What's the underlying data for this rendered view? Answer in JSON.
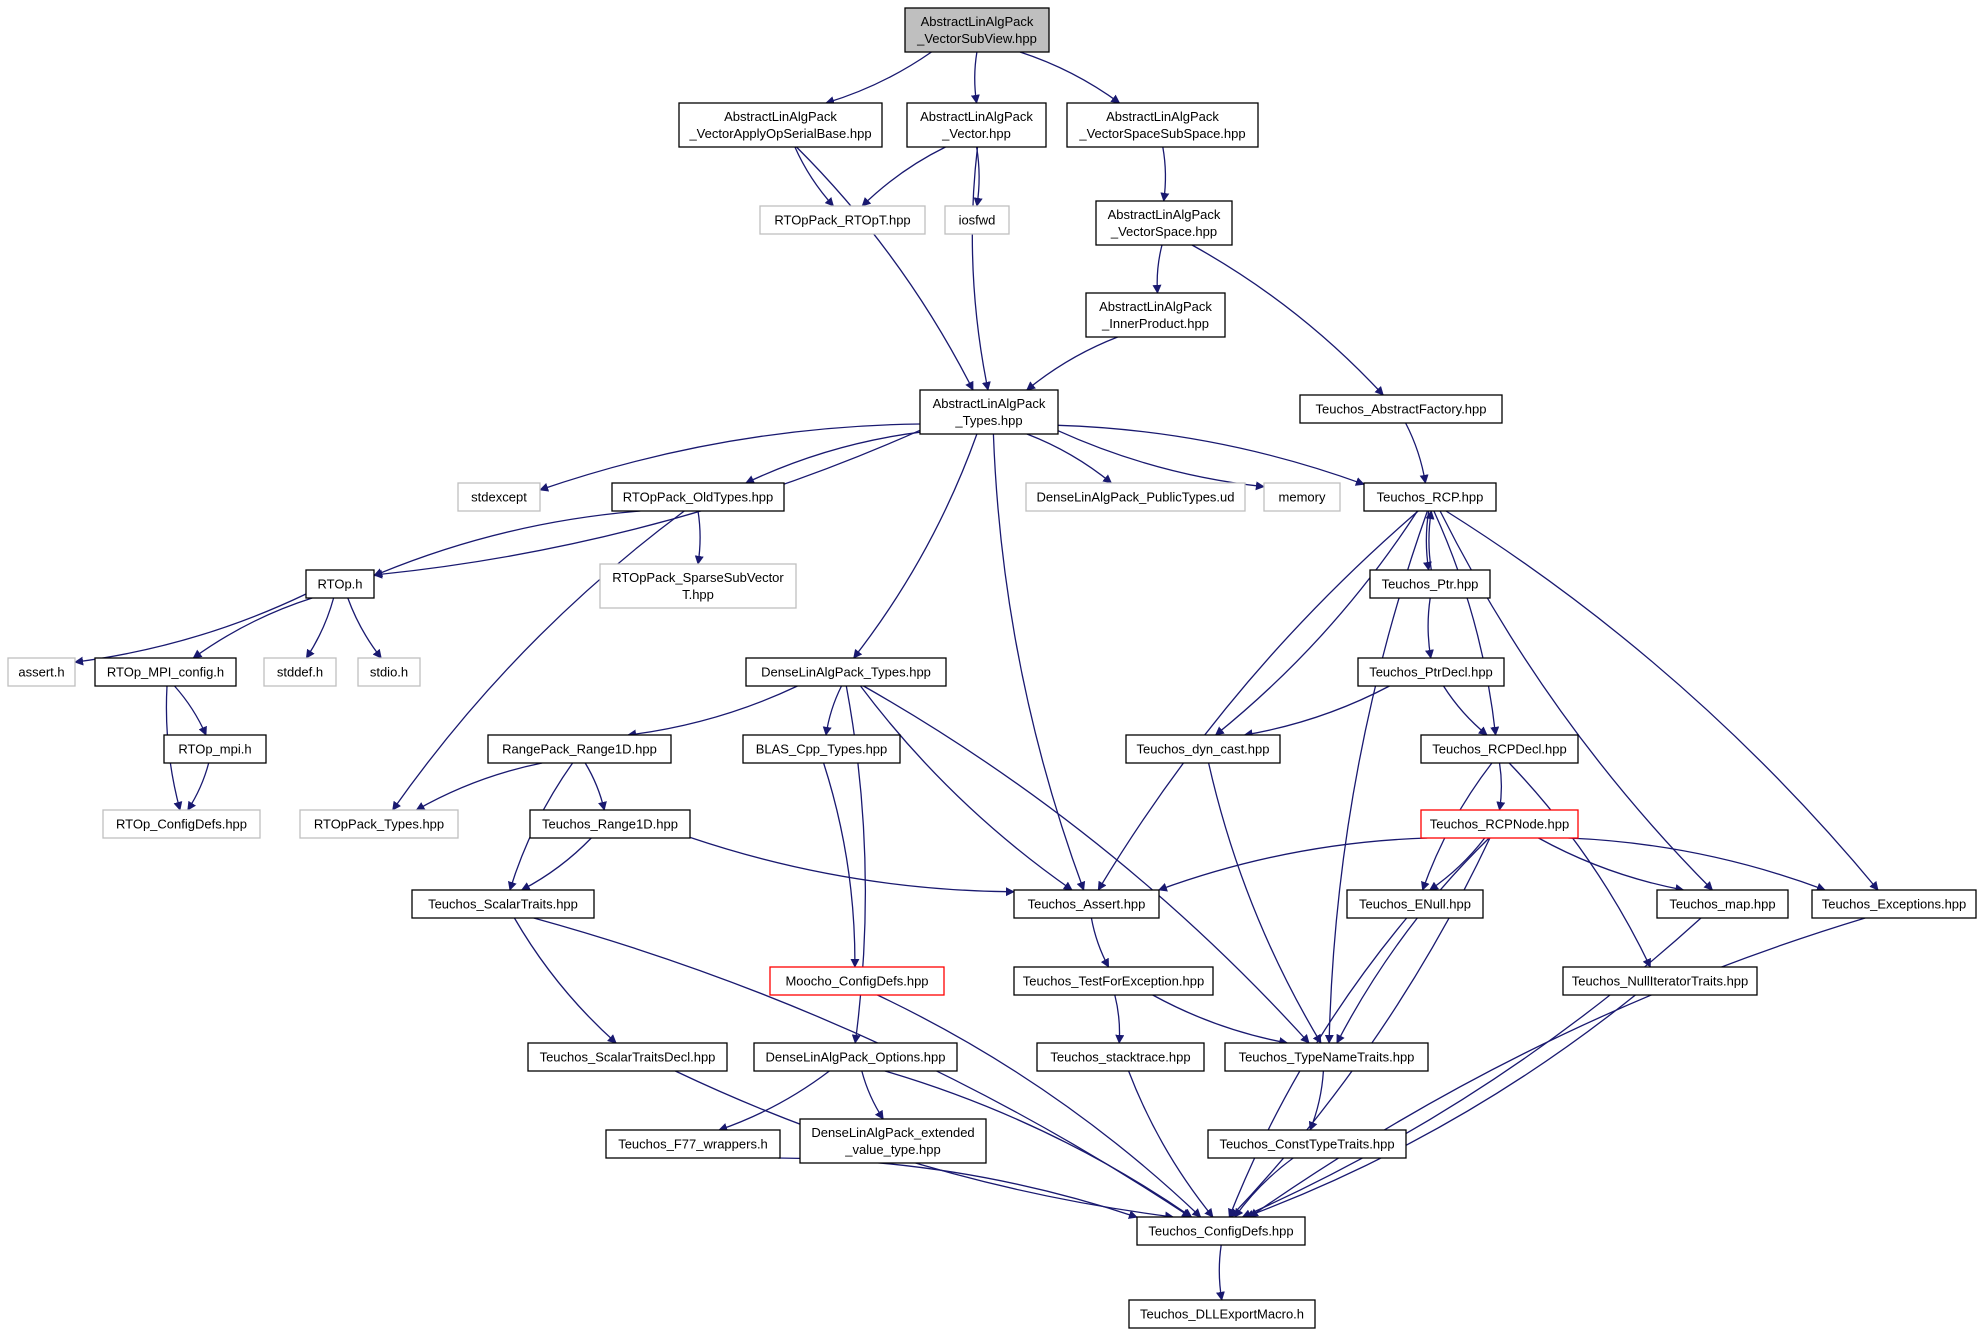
{
  "colors": {
    "edge": "#191970",
    "node_border": "#000000",
    "external_border": "#bfbfbf",
    "truncated_border": "#ff0000",
    "root_fill": "#bfbfbf"
  },
  "nodes": [
    {
      "id": "vsv",
      "lines": [
        "AbstractLinAlgPack",
        "_VectorSubView.hpp"
      ],
      "kind": "root"
    },
    {
      "id": "vaosb",
      "lines": [
        "AbstractLinAlgPack",
        "_VectorApplyOpSerialBase.hpp"
      ],
      "kind": "normal"
    },
    {
      "id": "vec",
      "lines": [
        "AbstractLinAlgPack",
        "_Vector.hpp"
      ],
      "kind": "normal"
    },
    {
      "id": "vss",
      "lines": [
        "AbstractLinAlgPack",
        "_VectorSpaceSubSpace.hpp"
      ],
      "kind": "normal"
    },
    {
      "id": "rtopt",
      "lines": [
        "RTOpPack_RTOpT.hpp"
      ],
      "kind": "external"
    },
    {
      "id": "iosfwd",
      "lines": [
        "iosfwd"
      ],
      "kind": "external"
    },
    {
      "id": "vs",
      "lines": [
        "AbstractLinAlgPack",
        "_VectorSpace.hpp"
      ],
      "kind": "normal"
    },
    {
      "id": "ip",
      "lines": [
        "AbstractLinAlgPack",
        "_InnerProduct.hpp"
      ],
      "kind": "normal"
    },
    {
      "id": "types",
      "lines": [
        "AbstractLinAlgPack",
        "_Types.hpp"
      ],
      "kind": "normal"
    },
    {
      "id": "absfac",
      "lines": [
        "Teuchos_AbstractFactory.hpp"
      ],
      "kind": "normal"
    },
    {
      "id": "stdexcept",
      "lines": [
        "stdexcept"
      ],
      "kind": "external"
    },
    {
      "id": "oldtypes",
      "lines": [
        "RTOpPack_OldTypes.hpp"
      ],
      "kind": "normal"
    },
    {
      "id": "dlapub",
      "lines": [
        "DenseLinAlgPack_PublicTypes.ud"
      ],
      "kind": "external"
    },
    {
      "id": "memory",
      "lines": [
        "memory"
      ],
      "kind": "external"
    },
    {
      "id": "rcp",
      "lines": [
        "Teuchos_RCP.hpp"
      ],
      "kind": "normal"
    },
    {
      "id": "rtoph",
      "lines": [
        "RTOp.h"
      ],
      "kind": "normal"
    },
    {
      "id": "sparse",
      "lines": [
        "RTOpPack_SparseSubVector",
        "T.hpp"
      ],
      "kind": "external"
    },
    {
      "id": "ptr",
      "lines": [
        "Teuchos_Ptr.hpp"
      ],
      "kind": "normal"
    },
    {
      "id": "asserth",
      "lines": [
        "assert.h"
      ],
      "kind": "external"
    },
    {
      "id": "mpiconf",
      "lines": [
        "RTOp_MPI_config.h"
      ],
      "kind": "normal"
    },
    {
      "id": "stddef",
      "lines": [
        "stddef.h"
      ],
      "kind": "external"
    },
    {
      "id": "stdio",
      "lines": [
        "stdio.h"
      ],
      "kind": "external"
    },
    {
      "id": "ptrdecl",
      "lines": [
        "Teuchos_PtrDecl.hpp"
      ],
      "kind": "normal"
    },
    {
      "id": "dlatypes",
      "lines": [
        "DenseLinAlgPack_Types.hpp"
      ],
      "kind": "normal"
    },
    {
      "id": "rtopmpi",
      "lines": [
        "RTOp_mpi.h"
      ],
      "kind": "normal"
    },
    {
      "id": "range1d",
      "lines": [
        "RangePack_Range1D.hpp"
      ],
      "kind": "normal"
    },
    {
      "id": "blas",
      "lines": [
        "BLAS_Cpp_Types.hpp"
      ],
      "kind": "normal"
    },
    {
      "id": "dyncast",
      "lines": [
        "Teuchos_dyn_cast.hpp"
      ],
      "kind": "normal"
    },
    {
      "id": "rcpdecl",
      "lines": [
        "Teuchos_RCPDecl.hpp"
      ],
      "kind": "normal"
    },
    {
      "id": "rtopconf",
      "lines": [
        "RTOp_ConfigDefs.hpp"
      ],
      "kind": "external"
    },
    {
      "id": "rtoptypes",
      "lines": [
        "RTOpPack_Types.hpp"
      ],
      "kind": "external"
    },
    {
      "id": "trange1d",
      "lines": [
        "Teuchos_Range1D.hpp"
      ],
      "kind": "normal"
    },
    {
      "id": "rcpnode",
      "lines": [
        "Teuchos_RCPNode.hpp"
      ],
      "kind": "truncated"
    },
    {
      "id": "scalartraits",
      "lines": [
        "Teuchos_ScalarTraits.hpp"
      ],
      "kind": "normal"
    },
    {
      "id": "tassert",
      "lines": [
        "Teuchos_Assert.hpp"
      ],
      "kind": "normal"
    },
    {
      "id": "enull",
      "lines": [
        "Teuchos_ENull.hpp"
      ],
      "kind": "normal"
    },
    {
      "id": "tmap",
      "lines": [
        "Teuchos_map.hpp"
      ],
      "kind": "normal"
    },
    {
      "id": "texc",
      "lines": [
        "Teuchos_Exceptions.hpp"
      ],
      "kind": "normal"
    },
    {
      "id": "mooconf",
      "lines": [
        "Moocho_ConfigDefs.hpp"
      ],
      "kind": "truncated"
    },
    {
      "id": "testexc",
      "lines": [
        "Teuchos_TestForException.hpp"
      ],
      "kind": "normal"
    },
    {
      "id": "nullit",
      "lines": [
        "Teuchos_NullIteratorTraits.hpp"
      ],
      "kind": "normal"
    },
    {
      "id": "stdecl",
      "lines": [
        "Teuchos_ScalarTraitsDecl.hpp"
      ],
      "kind": "normal"
    },
    {
      "id": "dlaopt",
      "lines": [
        "DenseLinAlgPack_Options.hpp"
      ],
      "kind": "normal"
    },
    {
      "id": "stack",
      "lines": [
        "Teuchos_stacktrace.hpp"
      ],
      "kind": "normal"
    },
    {
      "id": "tnt",
      "lines": [
        "Teuchos_TypeNameTraits.hpp"
      ],
      "kind": "normal"
    },
    {
      "id": "f77",
      "lines": [
        "Teuchos_F77_wrappers.h"
      ],
      "kind": "normal"
    },
    {
      "id": "dlaext",
      "lines": [
        "DenseLinAlgPack_extended",
        "_value_type.hpp"
      ],
      "kind": "normal"
    },
    {
      "id": "ctt",
      "lines": [
        "Teuchos_ConstTypeTraits.hpp"
      ],
      "kind": "normal"
    },
    {
      "id": "tconf",
      "lines": [
        "Teuchos_ConfigDefs.hpp"
      ],
      "kind": "normal"
    },
    {
      "id": "dll",
      "lines": [
        "Teuchos_DLLExportMacro.h"
      ],
      "kind": "normal"
    }
  ],
  "edges": [
    [
      "vsv",
      "vaosb"
    ],
    [
      "vsv",
      "vec"
    ],
    [
      "vsv",
      "vss"
    ],
    [
      "vaosb",
      "rtopt"
    ],
    [
      "vaosb",
      "types"
    ],
    [
      "vec",
      "rtopt"
    ],
    [
      "vec",
      "iosfwd"
    ],
    [
      "vec",
      "types"
    ],
    [
      "vss",
      "vs"
    ],
    [
      "vs",
      "ip"
    ],
    [
      "vs",
      "absfac"
    ],
    [
      "ip",
      "types"
    ],
    [
      "absfac",
      "rcp"
    ],
    [
      "types",
      "stdexcept"
    ],
    [
      "types",
      "rtoph"
    ],
    [
      "types",
      "oldtypes"
    ],
    [
      "types",
      "dlatypes"
    ],
    [
      "types",
      "tassert"
    ],
    [
      "types",
      "dlapub"
    ],
    [
      "types",
      "memory"
    ],
    [
      "types",
      "rcp"
    ],
    [
      "oldtypes",
      "rtoph"
    ],
    [
      "oldtypes",
      "sparse"
    ],
    [
      "oldtypes",
      "rtoptypes"
    ],
    [
      "rtoph",
      "asserth"
    ],
    [
      "rtoph",
      "mpiconf"
    ],
    [
      "rtoph",
      "stddef"
    ],
    [
      "rtoph",
      "stdio"
    ],
    [
      "mpiconf",
      "rtopmpi"
    ],
    [
      "mpiconf",
      "rtopconf"
    ],
    [
      "rtopmpi",
      "rtopconf"
    ],
    [
      "rcp",
      "ptr"
    ],
    [
      "ptr",
      "rcp"
    ],
    [
      "rcp",
      "tassert"
    ],
    [
      "rcp",
      "dyncast"
    ],
    [
      "rcp",
      "tnt"
    ],
    [
      "rcp",
      "rcpdecl"
    ],
    [
      "rcp",
      "tmap"
    ],
    [
      "rcp",
      "texc"
    ],
    [
      "ptr",
      "ptrdecl"
    ],
    [
      "ptrdecl",
      "dyncast"
    ],
    [
      "ptrdecl",
      "rcpdecl"
    ],
    [
      "dlatypes",
      "range1d"
    ],
    [
      "dlatypes",
      "blas"
    ],
    [
      "dlatypes",
      "dlaopt"
    ],
    [
      "dlatypes",
      "tassert"
    ],
    [
      "dlatypes",
      "tnt"
    ],
    [
      "range1d",
      "rtoptypes"
    ],
    [
      "range1d",
      "trange1d"
    ],
    [
      "range1d",
      "scalartraits"
    ],
    [
      "trange1d",
      "scalartraits"
    ],
    [
      "trange1d",
      "tassert"
    ],
    [
      "blas",
      "mooconf"
    ],
    [
      "dyncast",
      "tnt"
    ],
    [
      "rcpdecl",
      "rcpnode"
    ],
    [
      "rcpdecl",
      "enull"
    ],
    [
      "rcpdecl",
      "nullit"
    ],
    [
      "rcpnode",
      "tassert"
    ],
    [
      "rcpnode",
      "enull"
    ],
    [
      "rcpnode",
      "tmap"
    ],
    [
      "rcpnode",
      "texc"
    ],
    [
      "rcpnode",
      "tnt"
    ],
    [
      "rcpnode",
      "tconf"
    ],
    [
      "scalartraits",
      "stdecl"
    ],
    [
      "scalartraits",
      "tconf"
    ],
    [
      "tassert",
      "testexc"
    ],
    [
      "testexc",
      "stack"
    ],
    [
      "testexc",
      "tnt"
    ],
    [
      "mooconf",
      "tconf"
    ],
    [
      "enull",
      "tconf"
    ],
    [
      "tmap",
      "tconf"
    ],
    [
      "texc",
      "tconf"
    ],
    [
      "nullit",
      "tconf"
    ],
    [
      "stdecl",
      "tconf"
    ],
    [
      "dlaopt",
      "f77"
    ],
    [
      "dlaopt",
      "dlaext"
    ],
    [
      "dlaopt",
      "tconf"
    ],
    [
      "stack",
      "tconf"
    ],
    [
      "tnt",
      "ctt"
    ],
    [
      "ctt",
      "tconf"
    ],
    [
      "f77",
      "tconf"
    ],
    [
      "tconf",
      "dll"
    ]
  ]
}
